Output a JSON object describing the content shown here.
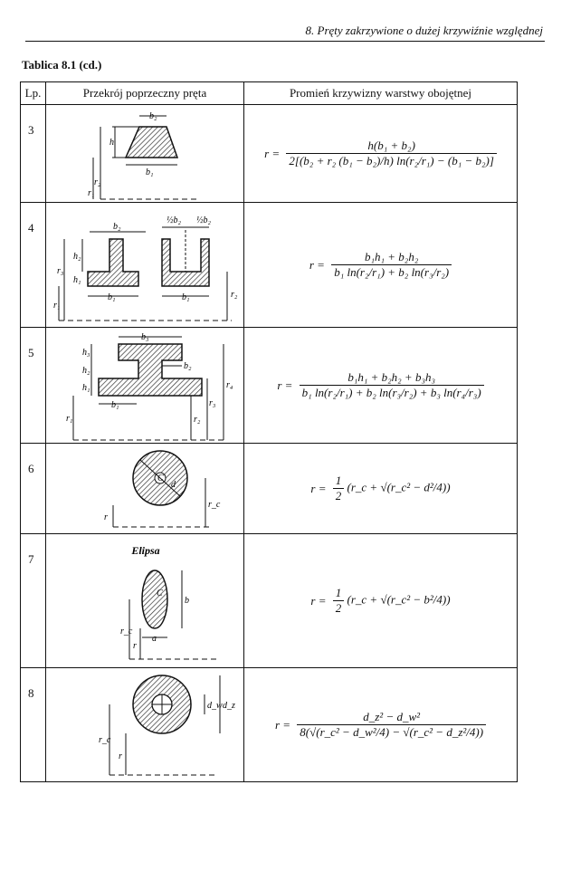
{
  "header": {
    "running_title": "8. Pręty zakrzywione o dużej krzywiźnie względnej"
  },
  "table": {
    "caption": "Tablica 8.1 (cd.)",
    "columns": [
      "Lp.",
      "Przekrój poprzeczny pręta",
      "Promień krzywizny warstwy obojętnej"
    ],
    "rows": [
      {
        "lp": "3",
        "figure_labels": [
          "b₂",
          "h",
          "r₂",
          "r₁",
          "b₁"
        ],
        "formula_lhs": "r =",
        "formula_num": "h(b₁ + b₂)",
        "formula_den": "2[(b₂ + r₂ (b₁ − b₂)/h) ln(r₂/r₁) − (b₁ − b₂)]"
      },
      {
        "lp": "4",
        "figure_labels": [
          "½b₂",
          "½b₂",
          "b₂",
          "h₂",
          "h₁",
          "r₃",
          "r₁",
          "r₂",
          "b₁",
          "b₁"
        ],
        "formula_lhs": "r =",
        "formula_num": "b₁h₁ + b₂h₂",
        "formula_den": "b₁ ln(r₂/r₁) + b₂ ln(r₃/r₂)"
      },
      {
        "lp": "5",
        "figure_labels": [
          "b₃",
          "h₃",
          "h₂",
          "h₁",
          "b₂",
          "b₁",
          "r₁",
          "r₂",
          "r₃",
          "r₄"
        ],
        "formula_lhs": "r =",
        "formula_num": "b₁h₁ + b₂h₂ + b₃h₃",
        "formula_den": "b₁ ln(r₂/r₁) + b₂ ln(r₃/r₂) + b₃ ln(r₄/r₃)"
      },
      {
        "lp": "6",
        "figure_labels": [
          "C",
          "d",
          "r",
          "r_c"
        ],
        "formula_lhs": "r =",
        "formula_frac_num": "1",
        "formula_frac_den": "2",
        "formula_body": "(r_c + √(r_c² − d²/4))"
      },
      {
        "lp": "7",
        "figure_title": "Elipsa",
        "figure_labels": [
          "C",
          "b",
          "r_c",
          "r",
          "a"
        ],
        "formula_lhs": "r =",
        "formula_frac_num": "1",
        "formula_frac_den": "2",
        "formula_body": "(r_c + √(r_c² − b²/4))"
      },
      {
        "lp": "8",
        "figure_labels": [
          "d_w",
          "d_z",
          "r_c",
          "r"
        ],
        "formula_lhs": "r =",
        "formula_num": "d_z² − d_w²",
        "formula_den": "8(√(r_c² − d_w²/4) − √(r_c² − d_z²/4))"
      }
    ]
  }
}
